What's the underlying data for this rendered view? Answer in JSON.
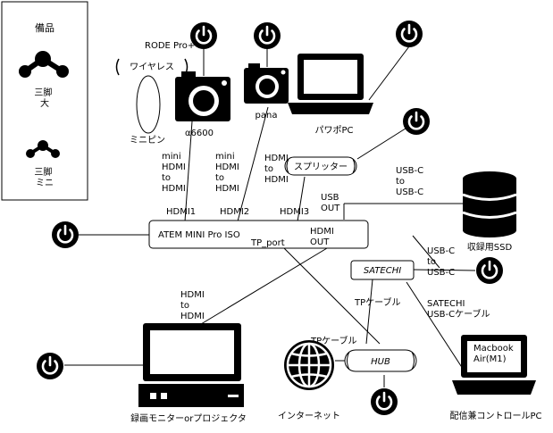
{
  "equipment": {
    "title": "備品",
    "tripod_large": "三脚\n大",
    "tripod_mini": "三脚\nミニ"
  },
  "devices": {
    "mic_label": "RODE Pro+",
    "mic_wireless": "ワイヤレス",
    "mini_pin": "ミニピン",
    "camera_a6600": "α6600",
    "camera_pana": "pana",
    "laptop_powerpoint": "パワポPC",
    "splitter": "スプリッター",
    "ssd": "収録用SSD",
    "satechi": "SATECHI",
    "hub": "HUB",
    "internet": "インターネット",
    "monitor": "録画モニターorプロジェクタ",
    "control_pc": "配信兼コントロールPC",
    "macbook": "Macbook\nAir(M1)",
    "atem": "ATEM MINI Pro ISO",
    "tp_port": "TP_port"
  },
  "connections": {
    "mini_hdmi_1": "mini\nHDMI\nto\nHDMI",
    "mini_hdmi_2": "mini\nHDMI\nto\nHDMI",
    "hdmi_splitter": "HDMI\nto\nHDMI",
    "hdmi1": "HDMI1",
    "hdmi2": "HDMI2",
    "hdmi3": "HDMI3",
    "usb_c_ssd": "USB-C\nto\nUSB-C",
    "usb_out": "USB\nOUT",
    "hdmi_out": "HDMI\nOUT",
    "usb_c_satechi": "USB-C\nto\nUSB-C",
    "satechi_cable": "SATECHI\nUSB-Cケーブル",
    "tp_cable_1": "TPケーブル",
    "tp_cable_2": "TPケーブル",
    "hdmi_monitor": "HDMI\nto\nHDMI"
  },
  "colors": {
    "stroke": "#000000",
    "fill": "#000000",
    "background": "#ffffff"
  },
  "icons": [
    "power-icon",
    "camera-icon",
    "laptop-icon",
    "database-icon",
    "globe-icon",
    "monitor-icon",
    "tripod-icon"
  ]
}
